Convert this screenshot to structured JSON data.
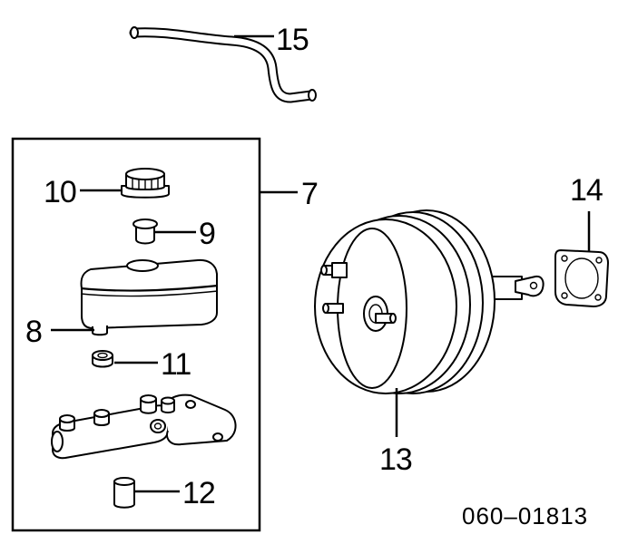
{
  "callouts": {
    "c7": "7",
    "c8": "8",
    "c9": "9",
    "c10": "10",
    "c11": "11",
    "c12": "12",
    "c13": "13",
    "c14": "14",
    "c15": "15"
  },
  "diagram_code": "060–01813"
}
